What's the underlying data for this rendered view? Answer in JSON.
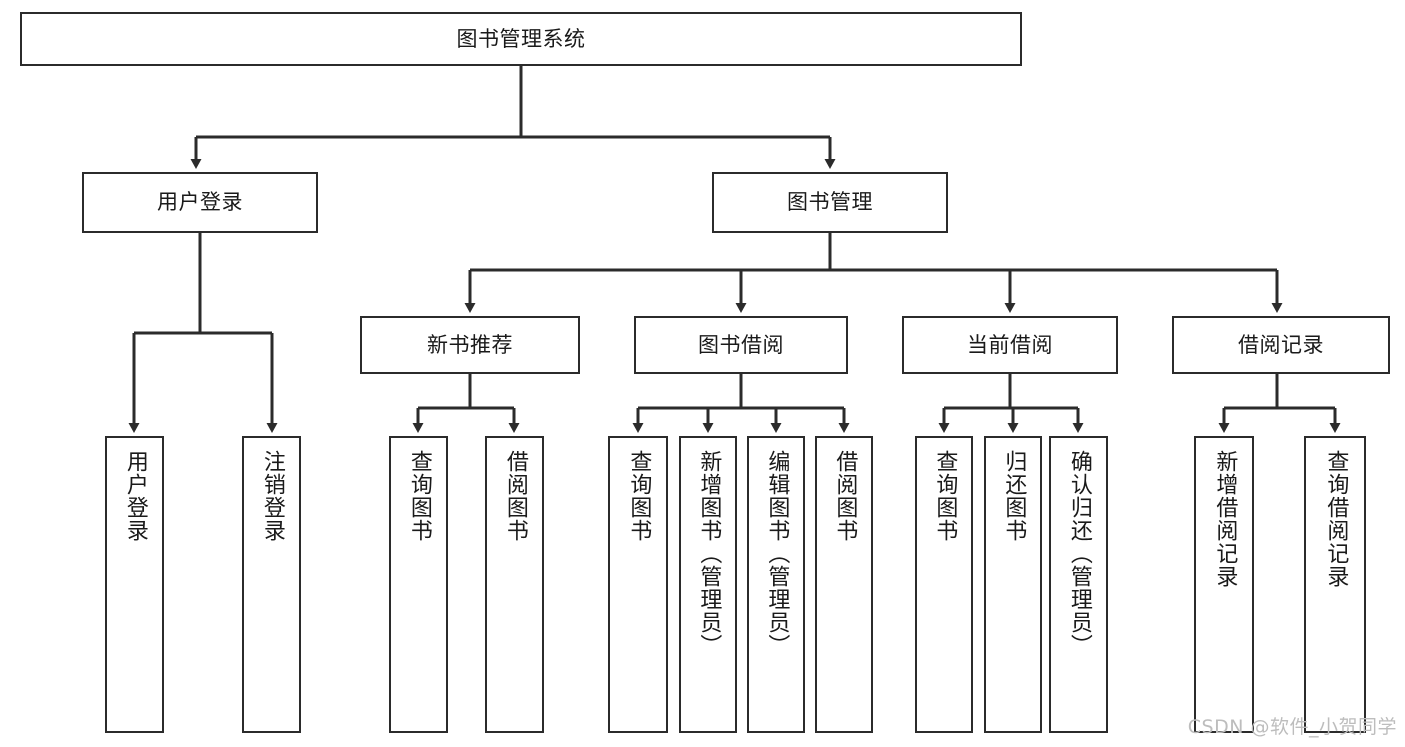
{
  "diagram": {
    "type": "tree",
    "title": "图书管理系统",
    "root": {
      "label": "图书管理系统"
    },
    "level2": [
      {
        "label": "用户登录"
      },
      {
        "label": "图书管理"
      }
    ],
    "level3": [
      {
        "label": "新书推荐"
      },
      {
        "label": "图书借阅"
      },
      {
        "label": "当前借阅"
      },
      {
        "label": "借阅记录"
      }
    ],
    "leaves": {
      "user_login": [
        {
          "label": "用户登录"
        },
        {
          "label": "注销登录"
        }
      ],
      "new_book": [
        {
          "label": "查询图书"
        },
        {
          "label": "借阅图书"
        }
      ],
      "book_borrow": [
        {
          "label": "查询图书"
        },
        {
          "label": "新增图书（管理员）"
        },
        {
          "label": "编辑图书（管理员）"
        },
        {
          "label": "借阅图书"
        }
      ],
      "current_borrow": [
        {
          "label": "查询图书"
        },
        {
          "label": "归还图书"
        },
        {
          "label": "确认归还（管理员）"
        }
      ],
      "borrow_record": [
        {
          "label": "新增借阅记录"
        },
        {
          "label": "查询借阅记录"
        }
      ]
    }
  },
  "watermark": {
    "text": "CSDN @软件_小贺同学"
  },
  "colors": {
    "stroke": "#2b2b2b",
    "fill": "#ffffff",
    "text": "#1a1a1a",
    "watermark": "#bdbdbd"
  }
}
